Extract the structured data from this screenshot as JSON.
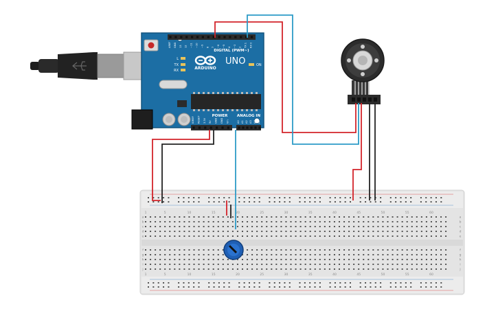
{
  "arduino": {
    "brand": "ARDUINO",
    "model": "UNO",
    "digital_label": "DIGITAL (PWM~)",
    "power_label": "POWER",
    "analog_label": "ANALOG IN",
    "led_l": "L",
    "led_tx": "TX",
    "led_rx": "RX",
    "led_on": "ON",
    "digital_pins": [
      "AREF",
      "GND",
      "13",
      "12",
      "~11",
      "~10",
      "~9",
      "8",
      "7",
      "~6",
      "~5",
      "4",
      "~3",
      "2",
      "TX 1",
      "RX 0"
    ],
    "power_pins": [
      "IOREF",
      "RESET",
      "3.3V",
      "5V",
      "GND",
      "GND",
      "Vin"
    ],
    "analog_pins": [
      "A0",
      "A1",
      "A2",
      "A3",
      "A4",
      "A5"
    ]
  },
  "breadboard": {
    "column_numbers": [
      "1",
      "5",
      "10",
      "15",
      "20",
      "25",
      "30",
      "35",
      "40",
      "45",
      "50",
      "55",
      "60"
    ],
    "row_letters_top": [
      "a",
      "b",
      "c",
      "d",
      "e"
    ],
    "row_letters_bottom": [
      "f",
      "g",
      "h",
      "i",
      "j"
    ]
  },
  "colors": {
    "board": "#1c6ea4",
    "board_edge": "#15557f",
    "wire_red": "#d3232a",
    "wire_blue": "#2c9bc7",
    "wire_black": "#222222",
    "breadboard": "#e8e8e8",
    "potentiometer": "#1f5fb4"
  }
}
